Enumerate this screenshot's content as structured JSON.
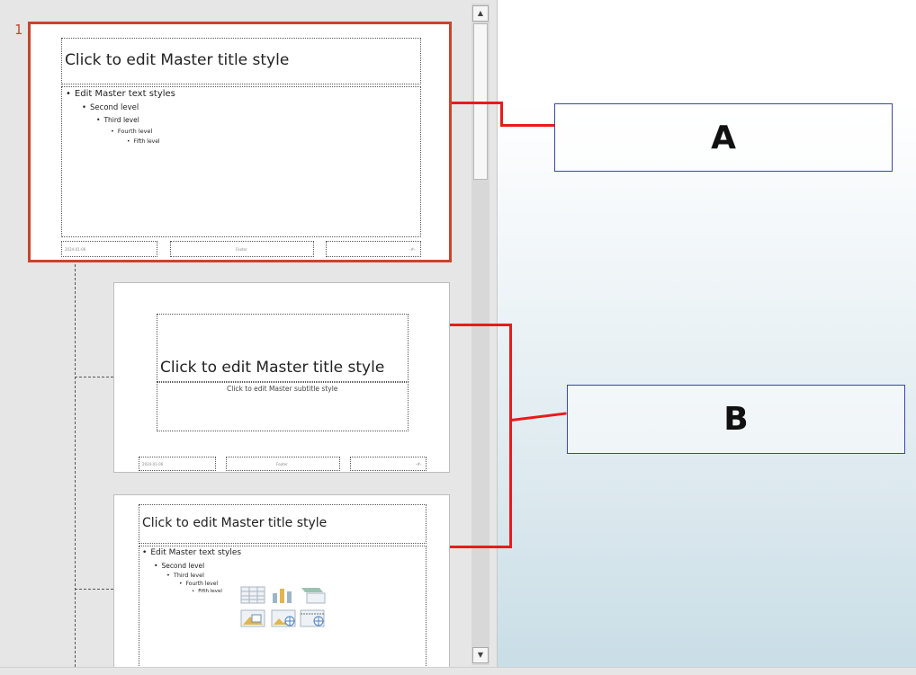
{
  "pane": {
    "slide_number": "1",
    "master": {
      "title": "Click to edit Master title style",
      "levels": [
        "Edit Master text styles",
        "Second level",
        "Third level",
        "Fourth level",
        "Fifth level"
      ],
      "footer": {
        "date": "2024-01-06",
        "center": "Footer",
        "page": "‹#›"
      }
    },
    "layout_title": {
      "title": "Click to edit Master title style",
      "subtitle": "Click to edit Master subtitle style",
      "footer": {
        "date": "2024-01-06",
        "center": "Footer",
        "page": "‹#›"
      }
    },
    "layout_content": {
      "title": "Click to edit Master title style",
      "levels": [
        "Edit Master text styles",
        "Second level",
        "Third level",
        "Fourth level",
        "Fifth level"
      ]
    }
  },
  "callouts": {
    "a": "A",
    "b": "B"
  },
  "colors": {
    "selection": "#c9442b",
    "pointer": "#e81b1b",
    "callout_border": "#3a47a8"
  },
  "icons": [
    "table-icon",
    "chart-icon",
    "smartart-icon",
    "picture-icon",
    "online-picture-icon",
    "video-icon"
  ]
}
